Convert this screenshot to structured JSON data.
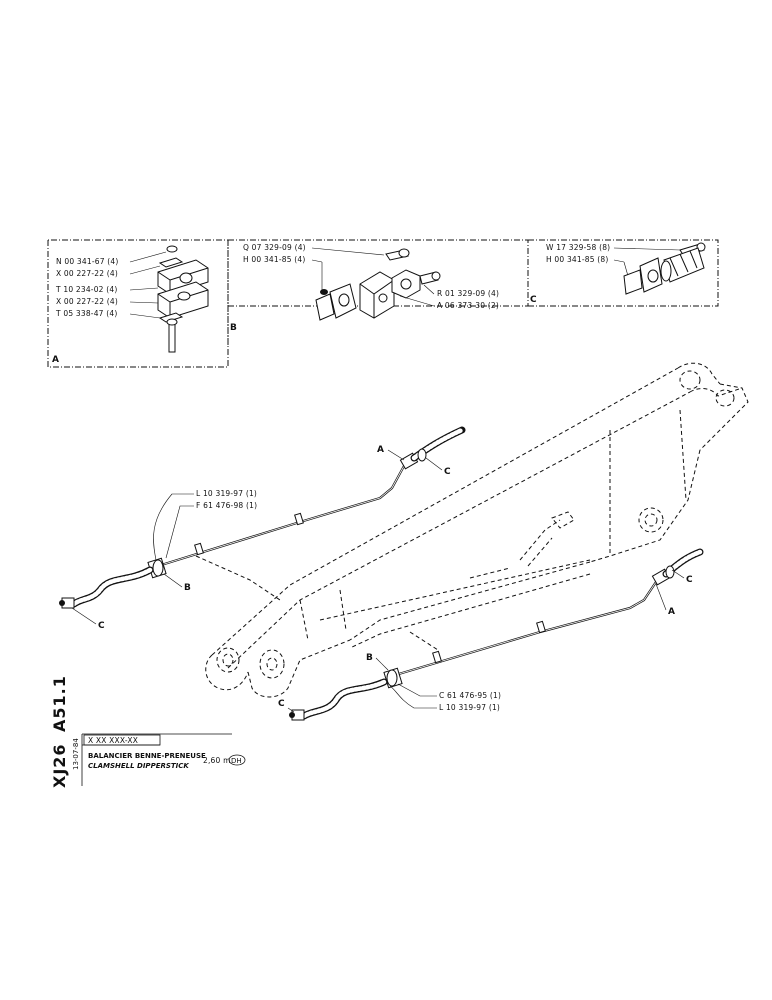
{
  "detail_boxes": {
    "A": {
      "letter": "A",
      "parts": [
        "N 00 341-67 (4)",
        "X 00 227-22 (4)",
        "T 10 234-02 (4)",
        "X 00 227-22 (4)",
        "T 05 338-47 (4)"
      ]
    },
    "B": {
      "letter": "B",
      "parts": [
        "Q 07 329-09 (4)",
        "H 00 341-85 (4)",
        "R 01 329-09 (4)",
        "A 06 373-30 (2)"
      ]
    },
    "C": {
      "letter": "C",
      "parts": [
        "W 17 329-58 (8)",
        "H 00 341-85 (8)"
      ]
    }
  },
  "callouts": {
    "upper": {
      "a": "A",
      "c_top": "C",
      "b": "B",
      "c_left": "C",
      "part_1": "L 10 319-97 (1)",
      "part_2": "F 61 476-98 (1)"
    },
    "lower": {
      "c_right": "C",
      "a": "A",
      "b": "B",
      "c_left": "C",
      "part_1": "C 61 476-95 (1)",
      "part_2": "L 10 319-97 (1)"
    }
  },
  "title_block": {
    "code_1": "XJ26",
    "code_2": "A51.1",
    "date": "13-07-84",
    "ref": "X XX XXX-XX",
    "title_fr": "BALANCIER BENNE-PRENEUSE",
    "title_en": "CLAMSHELL DIPPERSTICK",
    "length": "2,60 m",
    "badge": "DH"
  }
}
